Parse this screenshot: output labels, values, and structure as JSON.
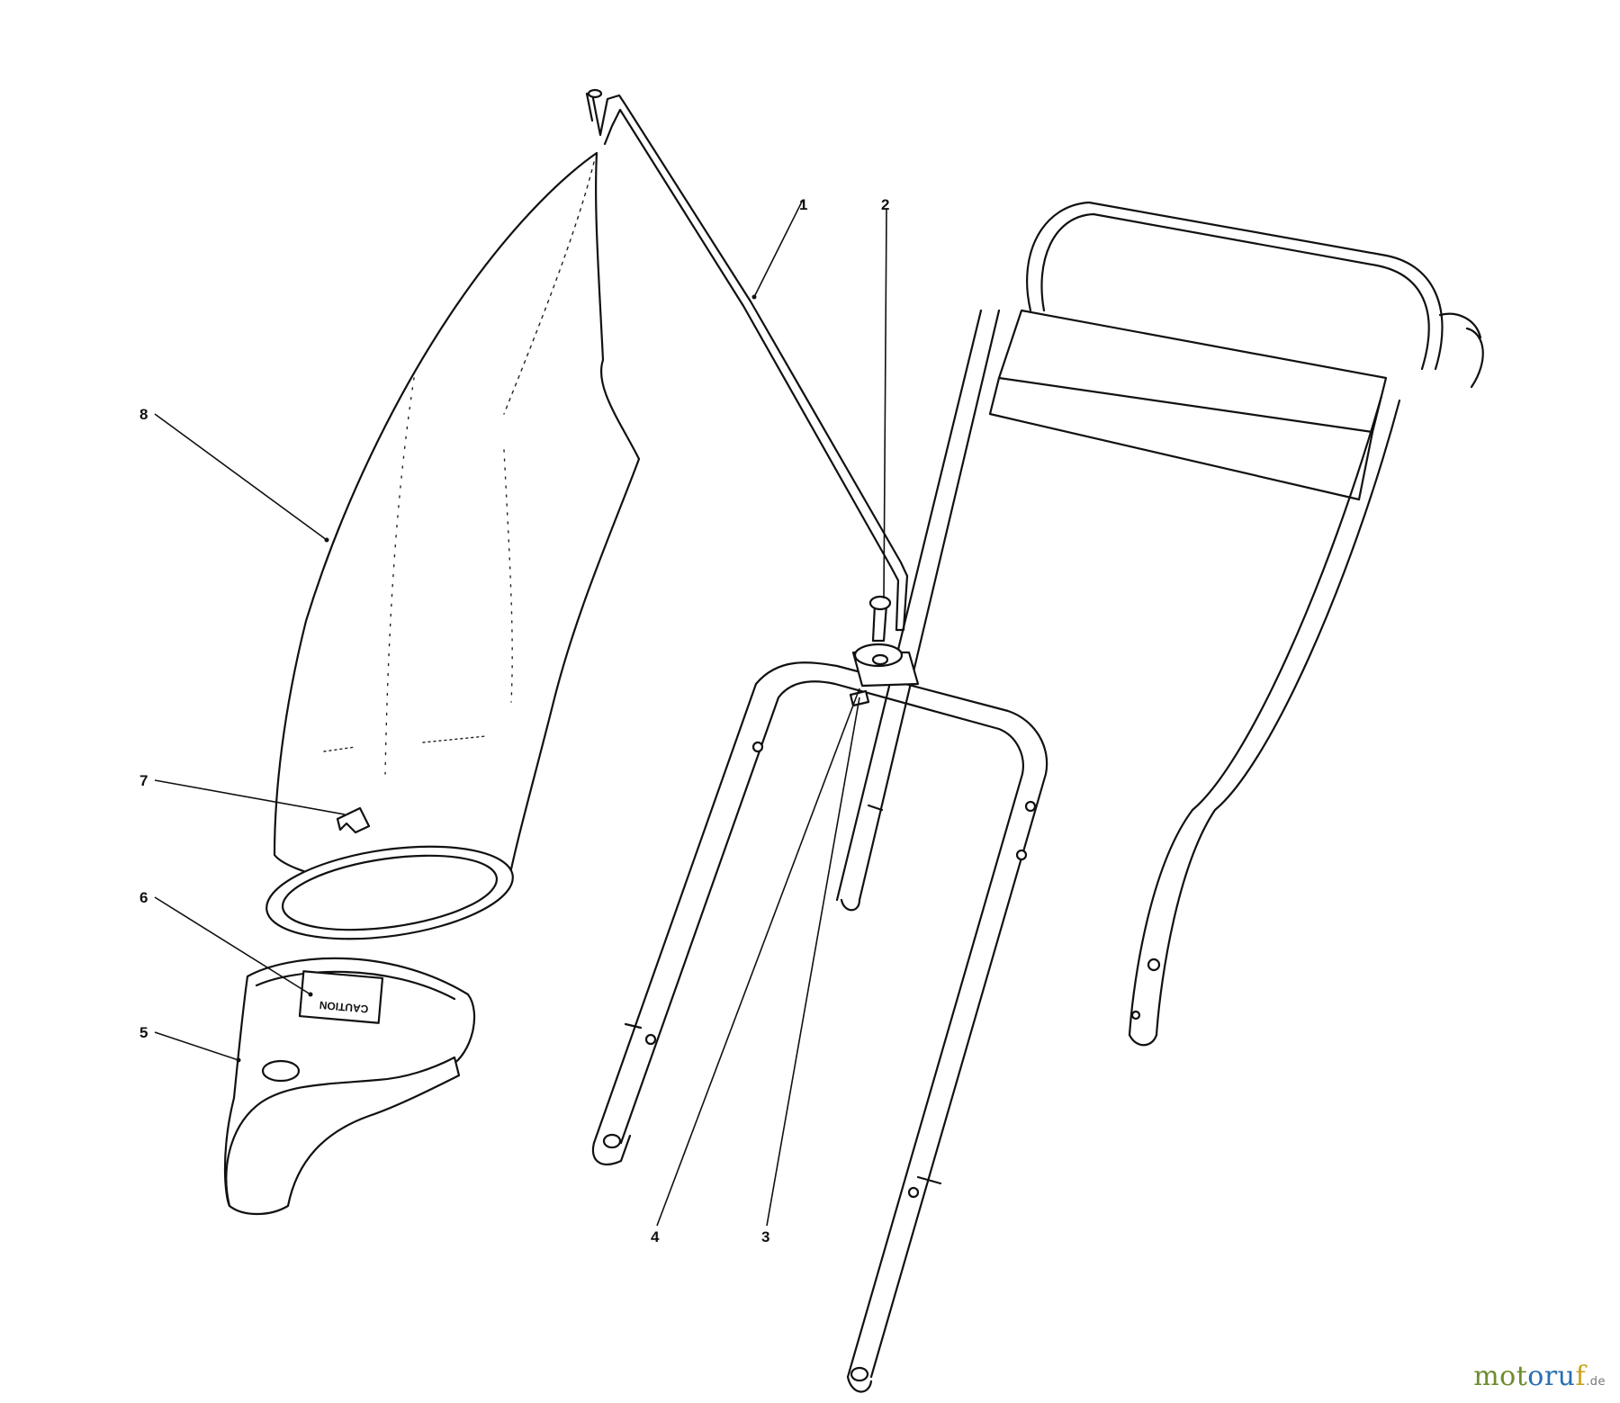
{
  "callouts": [
    "1",
    "2",
    "3",
    "4",
    "5",
    "6",
    "7",
    "8"
  ],
  "label_caution": "CAUTION",
  "watermark": {
    "part1": "mot",
    "part2": "oru",
    "part3": "f",
    "suffix": ".de"
  }
}
